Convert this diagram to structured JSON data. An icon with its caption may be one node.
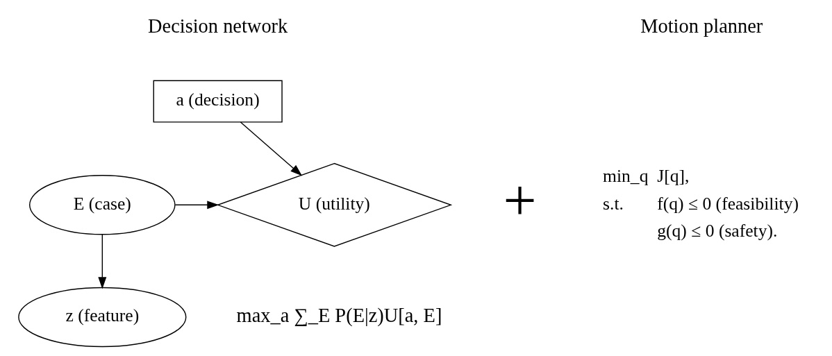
{
  "diagram": {
    "nodes": [
      {
        "text": [
          "a (decision)"
        ]
      },
      {
        "text": [
          "U (utility)"
        ]
      },
      {
        "text": [
          "E (case)"
        ]
      },
      {
        "text": [
          "z (feature)"
        ]
      }
    ],
    "edges": [
      {
        "from": 0,
        "to": 1,
        "arrow": "to"
      },
      {
        "from": 2,
        "to": 1,
        "arrow": "to"
      },
      {
        "from": 2,
        "to": 3,
        "arrow": "to"
      }
    ],
    "labels": [
      "Decision network",
      "Motion planner",
      "min_q",
      "J[q],",
      "+",
      "s.t.",
      "f(q) ≤ 0 (feasibility)",
      "g(q) ≤ 0 (safety).",
      "max_a ∑_E P(E|z)U[a, E]"
    ]
  }
}
